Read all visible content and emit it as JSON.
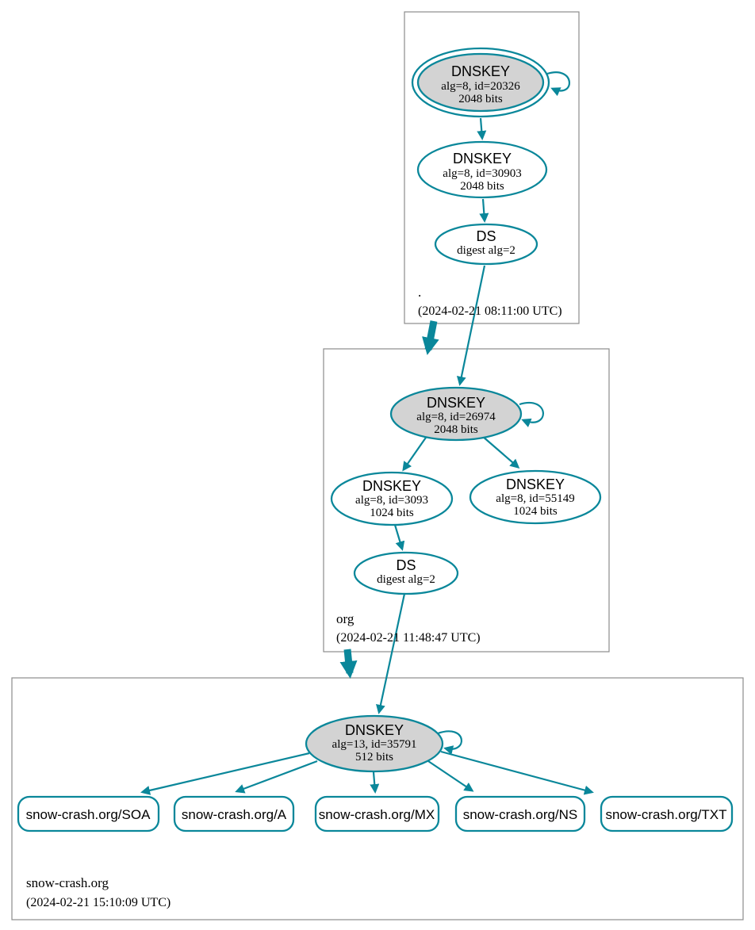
{
  "colors": {
    "edge_teal": "#0a879a",
    "ksk_fill_gray": "#d3d3d3",
    "node_fill_white": "#ffffff",
    "zone_box_border": "#8c8c8c",
    "text": "#000000"
  },
  "zones": [
    {
      "name": ".",
      "timestamp": "(2024-02-21 08:11:00 UTC)"
    },
    {
      "name": "org",
      "timestamp": "(2024-02-21 11:48:47 UTC)"
    },
    {
      "name": "snow-crash.org",
      "timestamp": "(2024-02-21 15:10:09 UTC)"
    }
  ],
  "nodes": {
    "root_ksk": {
      "title": "DNSKEY",
      "line1": "alg=8, id=20326",
      "line2": "2048 bits"
    },
    "root_zsk": {
      "title": "DNSKEY",
      "line1": "alg=8, id=30903",
      "line2": "2048 bits"
    },
    "root_ds": {
      "title": "DS",
      "line1": "digest alg=2"
    },
    "org_ksk": {
      "title": "DNSKEY",
      "line1": "alg=8, id=26974",
      "line2": "2048 bits"
    },
    "org_zsk1": {
      "title": "DNSKEY",
      "line1": "alg=8, id=3093",
      "line2": "1024 bits"
    },
    "org_zsk2": {
      "title": "DNSKEY",
      "line1": "alg=8, id=55149",
      "line2": "1024 bits"
    },
    "org_ds": {
      "title": "DS",
      "line1": "digest alg=2"
    },
    "sc_ksk": {
      "title": "DNSKEY",
      "line1": "alg=13, id=35791",
      "line2": "512 bits"
    }
  },
  "rrsets": [
    {
      "label": "snow-crash.org/SOA"
    },
    {
      "label": "snow-crash.org/A"
    },
    {
      "label": "snow-crash.org/MX"
    },
    {
      "label": "snow-crash.org/NS"
    },
    {
      "label": "snow-crash.org/TXT"
    }
  ]
}
